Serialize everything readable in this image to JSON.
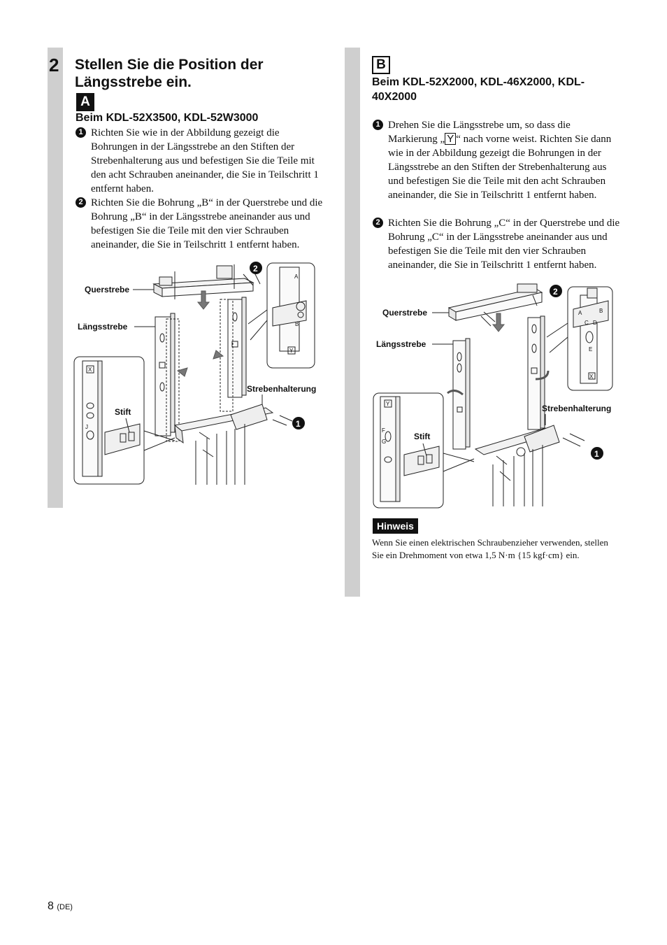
{
  "step": {
    "number": "2",
    "title": "Stellen Sie die Position der Längsstrebe ein."
  },
  "section_a": {
    "letter": "A",
    "model": "Beim KDL-52X3500, KDL-52W3000",
    "steps": [
      {
        "num": "1",
        "text": "Richten Sie wie in der Abbildung gezeigt die Bohrungen in der Längsstrebe an den Stiften der Strebenhalterung aus und befestigen Sie die Teile mit den acht Schrauben aneinander, die Sie in Teilschritt 1 entfernt haben."
      },
      {
        "num": "2",
        "text": "Richten Sie die Bohrung „B“ in der Querstrebe und die Bohrung „B“ in der Längsstrebe aneinander aus und befestigen Sie die Teile mit den vier Schrauben aneinander, die Sie in Teilschritt 1 entfernt haben."
      }
    ],
    "figure": {
      "labels": {
        "querstrebe": "Querstrebe",
        "laengsstrebe": "Längsstrebe",
        "stift": "Stift",
        "strebenhalterung": "Strebenhalterung"
      },
      "badges": [
        "1",
        "2"
      ],
      "markings": [
        "A",
        "B",
        "Y",
        "X",
        "J"
      ]
    }
  },
  "section_b": {
    "letter": "B",
    "model": "Beim KDL-52X2000, KDL-46X2000, KDL-40X2000",
    "steps": [
      {
        "num": "1",
        "text_before": "Drehen Sie die Längsstrebe um, so dass die Markierung „",
        "marker": "Y",
        "text_after": "“ nach vorne weist. Richten Sie dann wie in der Abbildung gezeigt die Bohrungen in der Längsstrebe an den Stiften der Strebenhalterung aus und befestigen Sie die Teile mit den acht Schrauben aneinander, die Sie in Teilschritt 1 entfernt haben."
      },
      {
        "num": "2",
        "text": "Richten Sie die Bohrung „C“ in der Querstrebe und die Bohrung „C“ in der Längsstrebe aneinander aus und befestigen Sie die Teile mit den vier Schrauben aneinander, die Sie in Teilschritt 1 entfernt haben."
      }
    ],
    "figure": {
      "labels": {
        "querstrebe": "Querstrebe",
        "laengsstrebe": "Längsstrebe",
        "stift": "Stift",
        "strebenhalterung": "Strebenhalterung"
      },
      "badges": [
        "1",
        "2"
      ],
      "markings": [
        "A",
        "B",
        "C",
        "D",
        "E",
        "X",
        "Y",
        "F",
        "G"
      ]
    },
    "hinweis": {
      "label": "Hinweis",
      "text": "Wenn Sie einen elektrischen Schraubenzieher verwenden, stellen Sie ein Drehmoment von etwa 1,5 N·m {15 kgf·cm} ein."
    }
  },
  "footer": {
    "page": "8",
    "lang": "(DE)"
  }
}
